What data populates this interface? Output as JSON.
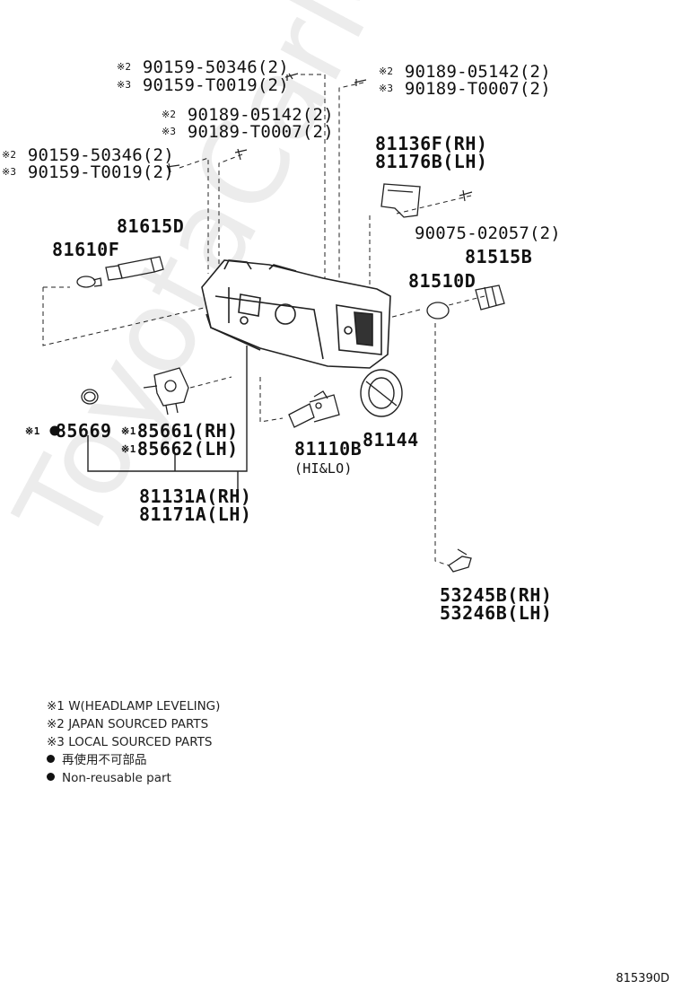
{
  "watermark": "ToyotaCarMine.ru",
  "diagram_id": "815390D",
  "marks": {
    "m1": "※1",
    "m2": "※2",
    "m3": "※3"
  },
  "labels": {
    "screw_top_left_a": "90159-50346(2)",
    "screw_top_left_b": "90159-T0019(2)",
    "screw_top_right_a": "90189-05142(2)",
    "screw_top_right_b": "90189-T0007(2)",
    "screw_mid_a": "90189-05142(2)",
    "screw_mid_b": "90189-T0007(2)",
    "screw_left_a": "90159-50346(2)",
    "screw_left_b": "90159-T0019(2)",
    "cover_rh": "81136F(RH)",
    "cover_lh": "81176B(LH)",
    "screw_cover": "90075-02057(2)",
    "socket_81615D": "81615D",
    "bulb_81610F": "81610F",
    "socket_81515B": "81515B",
    "bulb_81510D": "81510D",
    "oring_85669": "85669",
    "actuator_rh": "85661(RH)",
    "actuator_lh": "85662(LH)",
    "bulb_81110B": "81110B",
    "bulb_81110B_note": "(HI&LO)",
    "cover_81144": "81144",
    "unit_rh": "81131A(RH)",
    "unit_lh": "81171A(LH)",
    "clip_rh": "53245B(RH)",
    "clip_lh": "53246B(LH)"
  },
  "legend": {
    "l1": "※1 W(HEADLAMP LEVELING)",
    "l2": "※2 JAPAN SOURCED PARTS",
    "l3": "※3 LOCAL SOURCED PARTS",
    "l4": "再使用不可部品",
    "l5": "Non-reusable part"
  }
}
